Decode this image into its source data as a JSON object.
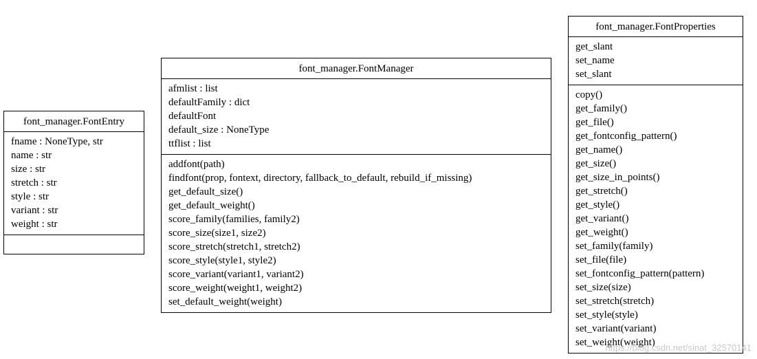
{
  "classes": {
    "font_entry": {
      "name": "font_manager.FontEntry",
      "attributes": [
        "fname : NoneType, str",
        "name : str",
        "size : str",
        "stretch : str",
        "style : str",
        "variant : str",
        "weight : str"
      ],
      "methods": []
    },
    "font_manager": {
      "name": "font_manager.FontManager",
      "attributes": [
        "afmlist : list",
        "defaultFamily : dict",
        "defaultFont",
        "default_size : NoneType",
        "ttflist : list"
      ],
      "methods": [
        "addfont(path)",
        "findfont(prop, fontext, directory, fallback_to_default, rebuild_if_missing)",
        "get_default_size()",
        "get_default_weight()",
        "score_family(families, family2)",
        "score_size(size1, size2)",
        "score_stretch(stretch1, stretch2)",
        "score_style(style1, style2)",
        "score_variant(variant1, variant2)",
        "score_weight(weight1, weight2)",
        "set_default_weight(weight)"
      ]
    },
    "font_properties": {
      "name": "font_manager.FontProperties",
      "attributes": [
        "get_slant",
        "set_name",
        "set_slant"
      ],
      "methods": [
        "copy()",
        "get_family()",
        "get_file()",
        "get_fontconfig_pattern()",
        "get_name()",
        "get_size()",
        "get_size_in_points()",
        "get_stretch()",
        "get_style()",
        "get_variant()",
        "get_weight()",
        "set_family(family)",
        "set_file(file)",
        "set_fontconfig_pattern(pattern)",
        "set_size(size)",
        "set_stretch(stretch)",
        "set_style(style)",
        "set_variant(variant)",
        "set_weight(weight)"
      ]
    }
  },
  "watermark": "https://blog.csdn.net/sinat_32570141"
}
